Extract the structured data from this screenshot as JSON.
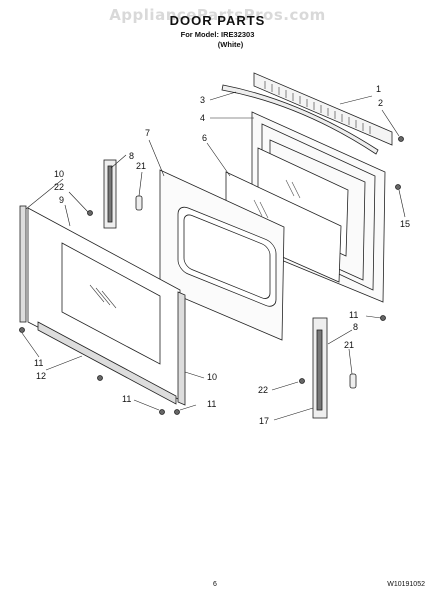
{
  "watermark": "AppliancePartsPros.com",
  "title": "DOOR PARTS",
  "model_line": "For Model: IRE32303",
  "color_line": "(White)",
  "page_number": "6",
  "doc_number": "W10191052",
  "callouts": [
    "1",
    "2",
    "3",
    "4",
    "7",
    "6",
    "8",
    "21",
    "10",
    "22",
    "9",
    "15",
    "11",
    "8",
    "21",
    "12",
    "10",
    "22",
    "11",
    "11",
    "17"
  ]
}
